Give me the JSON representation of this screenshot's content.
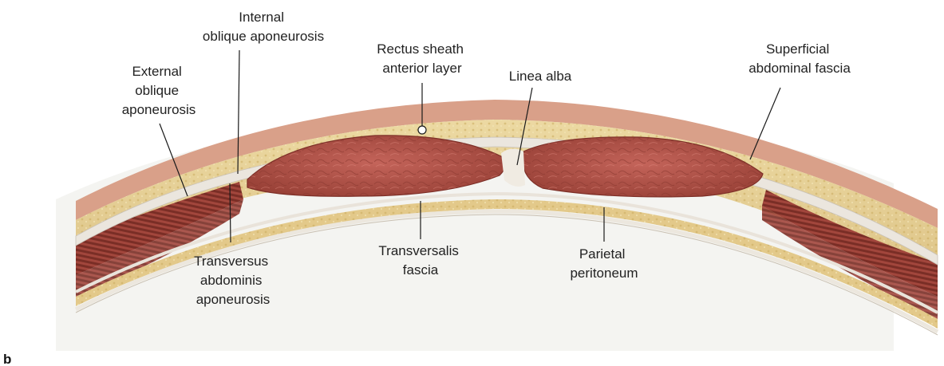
{
  "panel_label": "b",
  "labels": {
    "internal_oblique": [
      "Internal",
      "oblique aponeurosis"
    ],
    "external_oblique": [
      "External",
      "oblique",
      "aponeurosis"
    ],
    "rectus_sheath": [
      "Rectus sheath",
      "anterior layer"
    ],
    "linea_alba": [
      "Linea alba"
    ],
    "superficial_fascia": [
      "Superficial",
      "abdominal fascia"
    ],
    "transversus": [
      "Transversus",
      "abdominis",
      "aponeurosis"
    ],
    "transversalis": [
      "Transversalis",
      "fascia"
    ],
    "peritoneum": [
      "Parietal",
      "peritoneum"
    ]
  },
  "colors": {
    "background_field": "#f4f4f1",
    "skin": "#d9a089",
    "subcutaneous_fat": "#e8d49a",
    "muscle": "#b8564a",
    "muscle_dark": "#8e3a31",
    "fascia": "#f2eee6",
    "aponeurosis": "#ddd8d2"
  }
}
